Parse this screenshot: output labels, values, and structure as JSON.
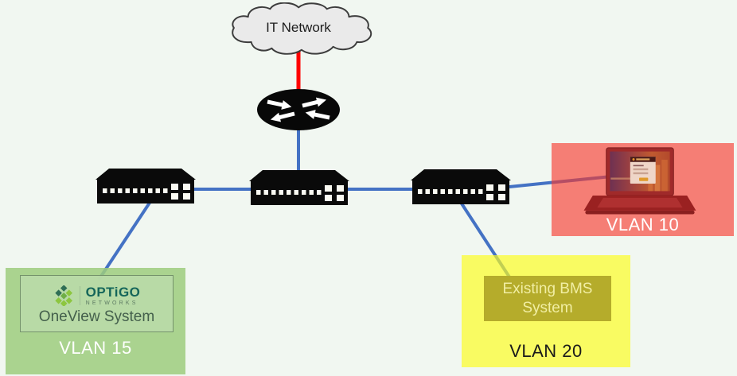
{
  "cloud": {
    "label": "IT Network"
  },
  "links": {
    "lan_color": "#4472C4",
    "uplink_color": "#FF0000"
  },
  "icons": {
    "cloud": "cloud-shape",
    "router": "router-icon",
    "switch": "switch-icon",
    "laptop": "laptop-image",
    "brand_logo": "optigo-diamond-logo"
  },
  "zones": {
    "vlan15": {
      "label": "VLAN 15",
      "box_color": "#ACD393",
      "system": {
        "brand": "OPTiGO",
        "brand_sub": "NETWORKS",
        "name": "OneView System"
      }
    },
    "vlan20": {
      "label": "VLAN 20",
      "box_color": "#F9F957",
      "inner_color": "#B5AC2B",
      "system_label": "Existing BMS System"
    },
    "vlan10": {
      "label": "VLAN 10",
      "box_color": "#F57E76"
    }
  }
}
